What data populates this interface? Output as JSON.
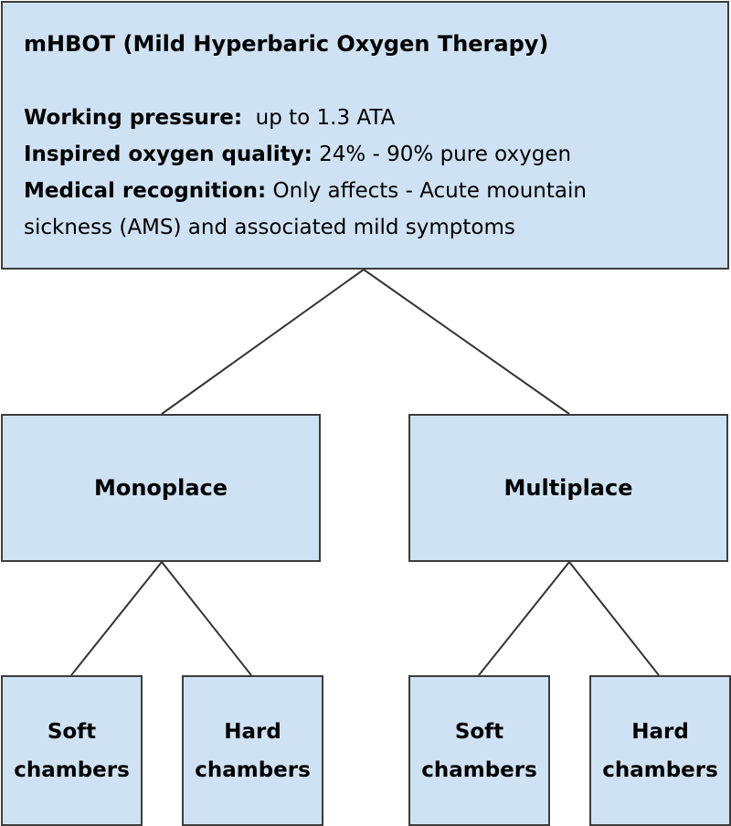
{
  "root": {
    "title": "mHBOT (Mild Hyperbaric Oxygen Therapy)",
    "properties": [
      {
        "label": "Working pressure:",
        "value": "  up to 1.3 ATA"
      },
      {
        "label": "Inspired oxygen quality:",
        "value": " 24% - 90% pure oxygen"
      },
      {
        "label": "Medical recognition:",
        "value": " Only affects - Acute mountain"
      }
    ],
    "continuation": "sickness (AMS) and associated mild symptoms"
  },
  "types": [
    {
      "label": "Monoplace",
      "children": [
        {
          "line1": "Soft",
          "line2": "chambers"
        },
        {
          "line1": "Hard",
          "line2": "chambers"
        }
      ]
    },
    {
      "label": "Multiplace",
      "children": [
        {
          "line1": "Soft",
          "line2": "chambers"
        },
        {
          "line1": "Hard",
          "line2": "chambers"
        }
      ]
    }
  ],
  "colors": {
    "box_fill": "#cfe2f3",
    "box_border": "#3c3c3c",
    "connector": "#333333"
  }
}
